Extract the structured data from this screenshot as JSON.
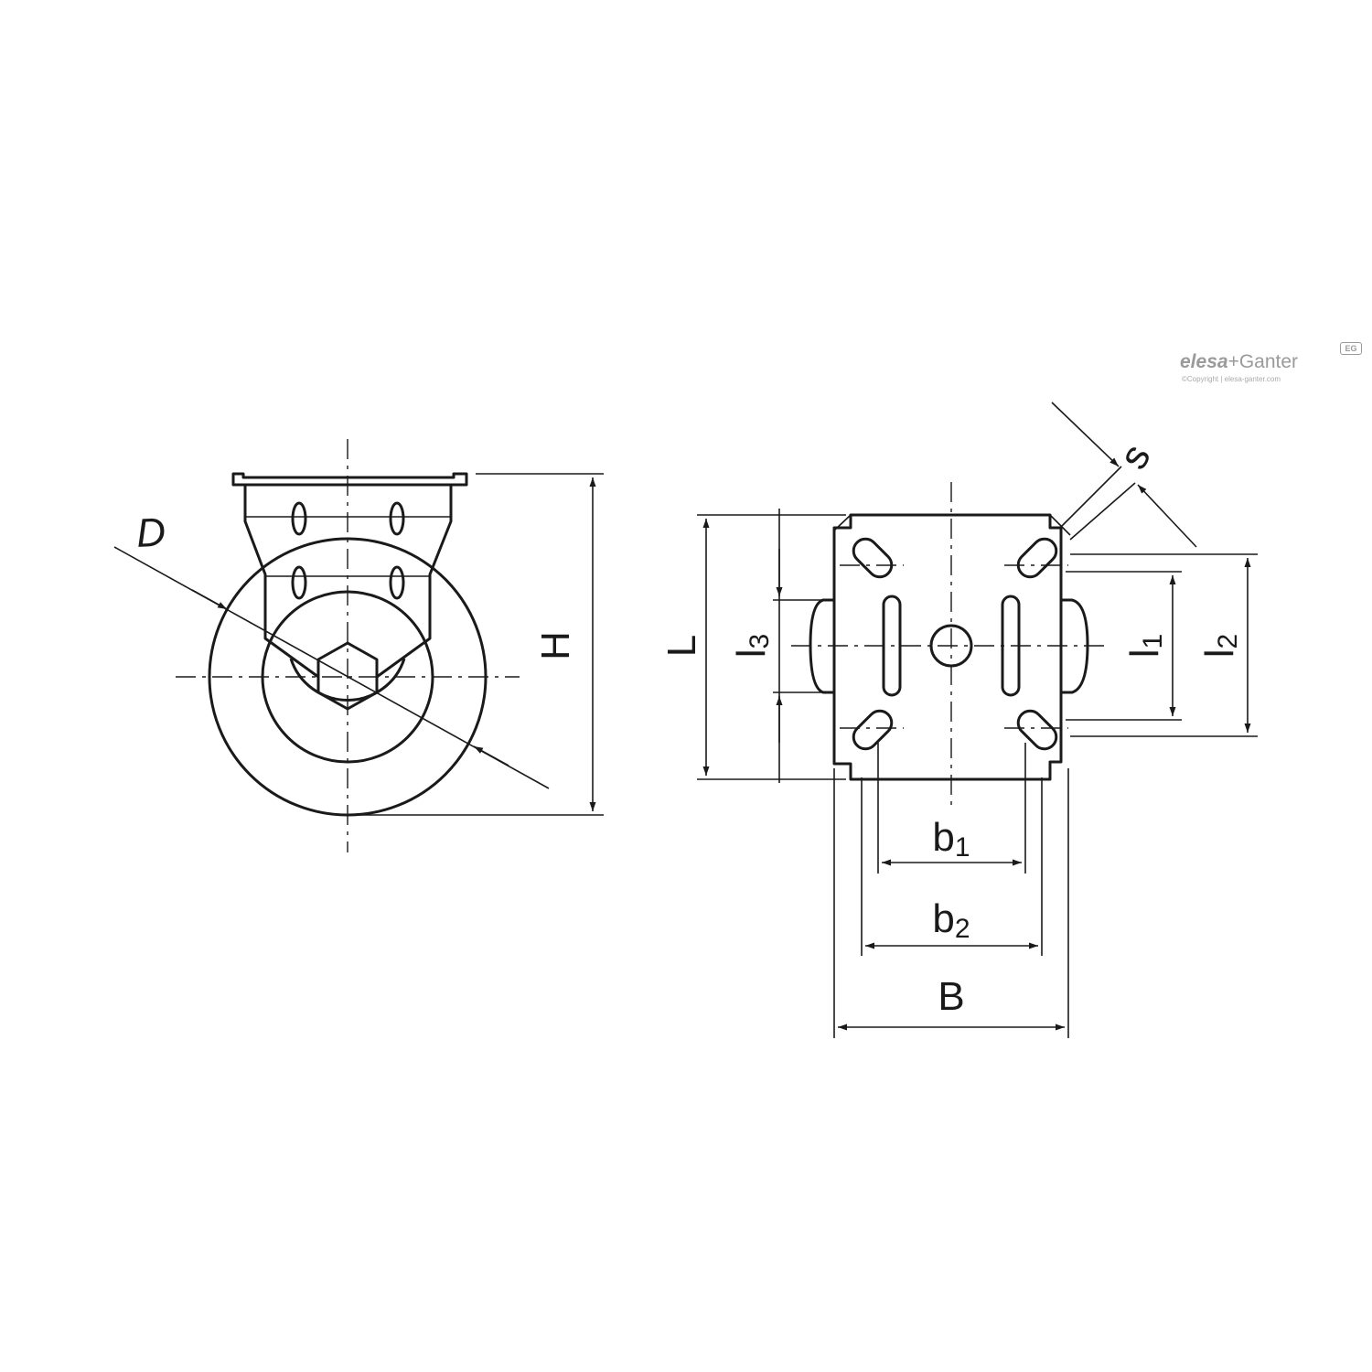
{
  "dimensions": {
    "D": "D",
    "H": "H",
    "L": "L",
    "l3": "l",
    "l3_sub": "3",
    "l1": "l",
    "l1_sub": "1",
    "l2": "l",
    "l2_sub": "2",
    "s": "s",
    "b1": "b",
    "b1_sub": "1",
    "b2": "b",
    "b2_sub": "2",
    "B": "B"
  },
  "logo": {
    "brand_a": "elesa",
    "brand_b": "+Ganter",
    "badge": "EG",
    "copyright": "©Copyright | elesa-ganter.com"
  },
  "colors": {
    "line": "#1a1a1a",
    "logo": "#9a9a9a"
  }
}
